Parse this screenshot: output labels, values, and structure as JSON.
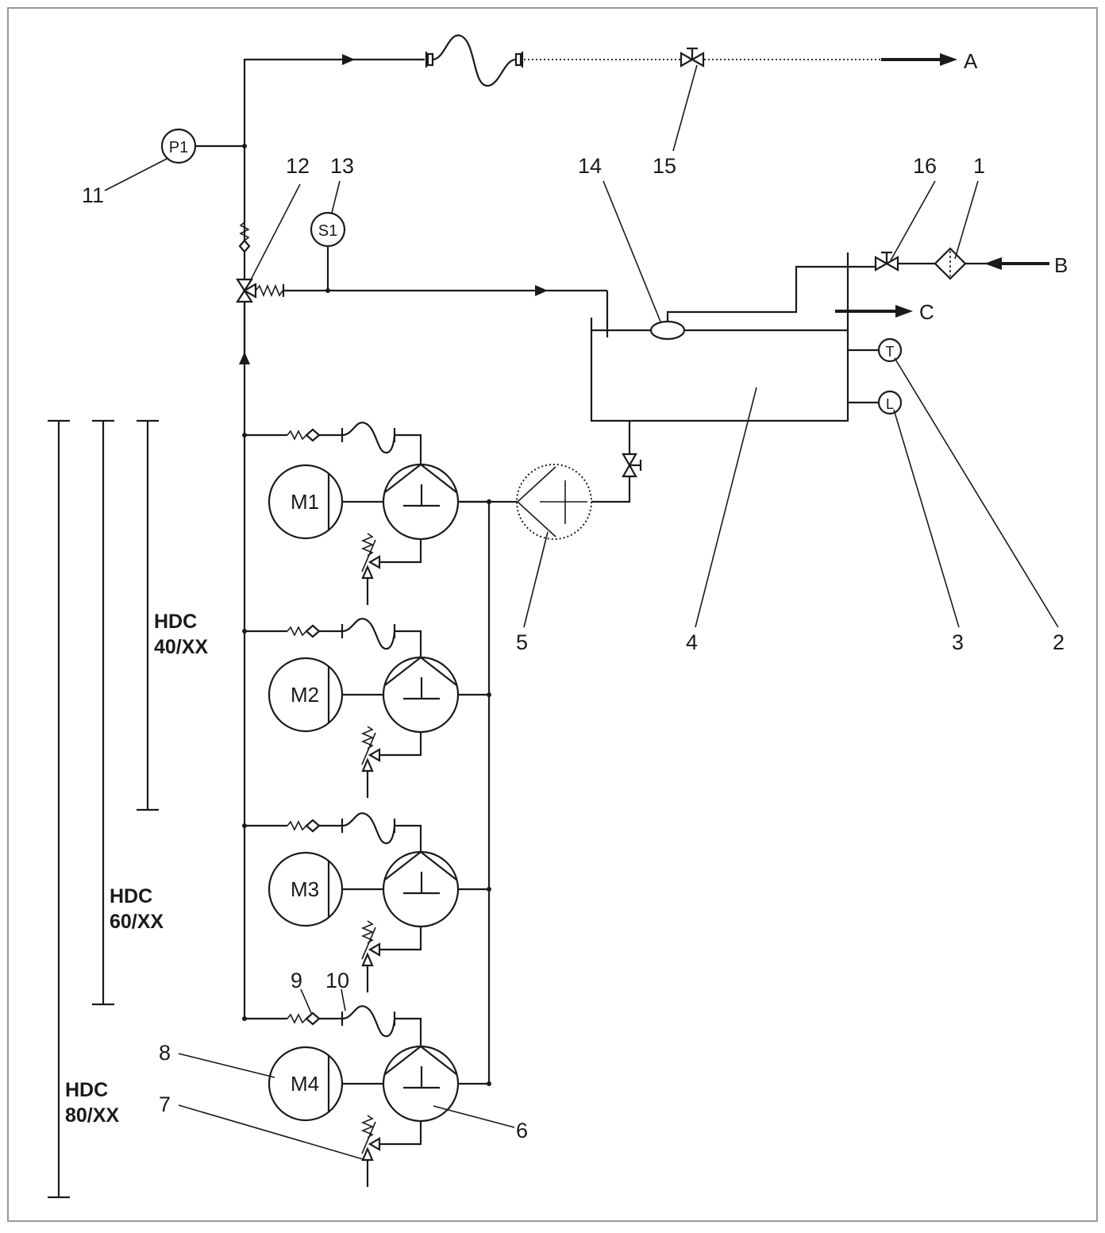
{
  "outlets": {
    "a": "A",
    "b": "B",
    "c": "C"
  },
  "gauges": {
    "p1": "P1",
    "s1": "S1",
    "t": "T",
    "l": "L"
  },
  "motors": [
    "M1",
    "M2",
    "M3",
    "M4"
  ],
  "callouts": {
    "c1": "1",
    "c2": "2",
    "c3": "3",
    "c4": "4",
    "c5": "5",
    "c6": "6",
    "c7": "7",
    "c8": "8",
    "c9": "9",
    "c10": "10",
    "c11": "11",
    "c12": "12",
    "c13": "13",
    "c14": "14",
    "c15": "15",
    "c16": "16"
  },
  "ranges": {
    "hdc40": {
      "line1": "HDC",
      "line2": "40/XX"
    },
    "hdc60": {
      "line1": "HDC",
      "line2": "60/XX"
    },
    "hdc80": {
      "line1": "HDC",
      "line2": "80/XX"
    }
  }
}
